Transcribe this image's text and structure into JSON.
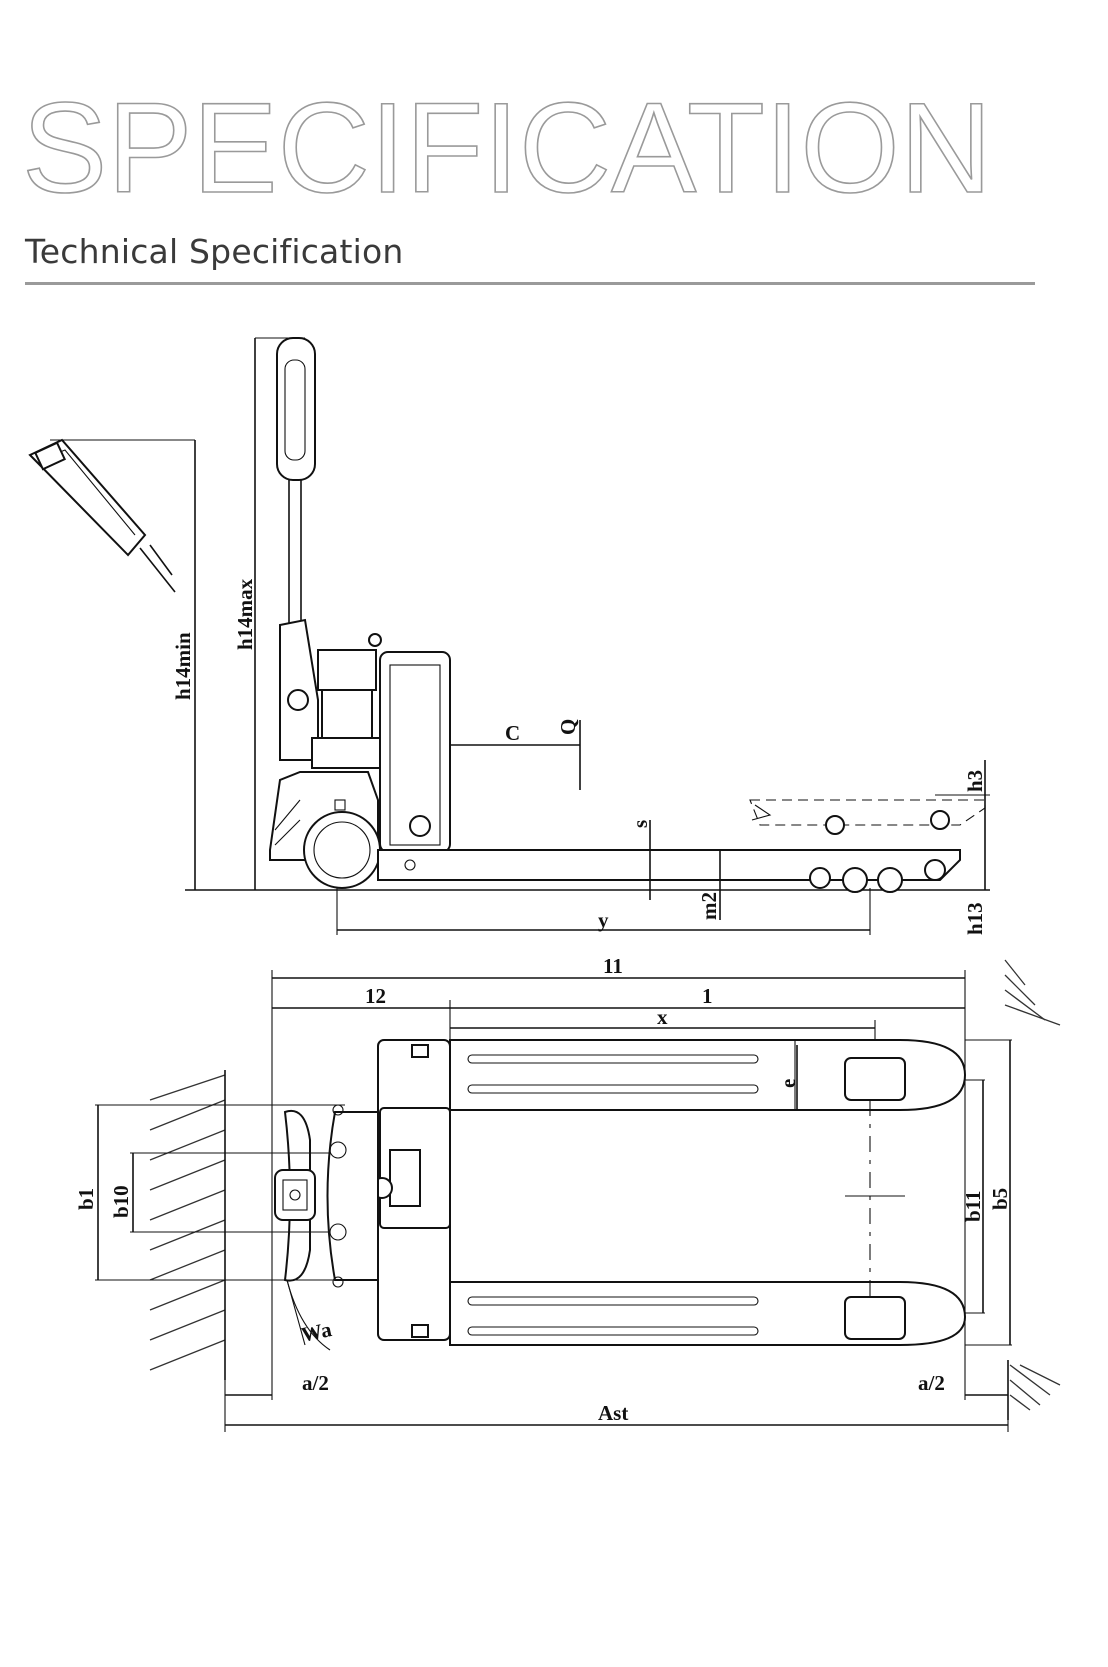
{
  "header": {
    "hero_title": "SPECIFICATION",
    "subtitle": "Technical Specification"
  },
  "side_view": {
    "labels": {
      "h14min": "h14min",
      "h14max": "h14max",
      "c": "C",
      "q": "Q",
      "h3": "h3",
      "s": "s",
      "m2": "m2",
      "h13": "h13",
      "y": "y"
    }
  },
  "top_view": {
    "labels": {
      "l1": "11",
      "l2": "12",
      "l": "1",
      "x": "x",
      "e": "e",
      "b1": "b1",
      "b10": "b10",
      "b11": "b11",
      "b5": "b5",
      "wa": "Wa",
      "a2_left": "a/2",
      "a2_right": "a/2",
      "ast": "Ast"
    }
  },
  "colors": {
    "rule": "#9a9a9a",
    "subtitle": "#3a3a3a",
    "line": "#111111"
  }
}
